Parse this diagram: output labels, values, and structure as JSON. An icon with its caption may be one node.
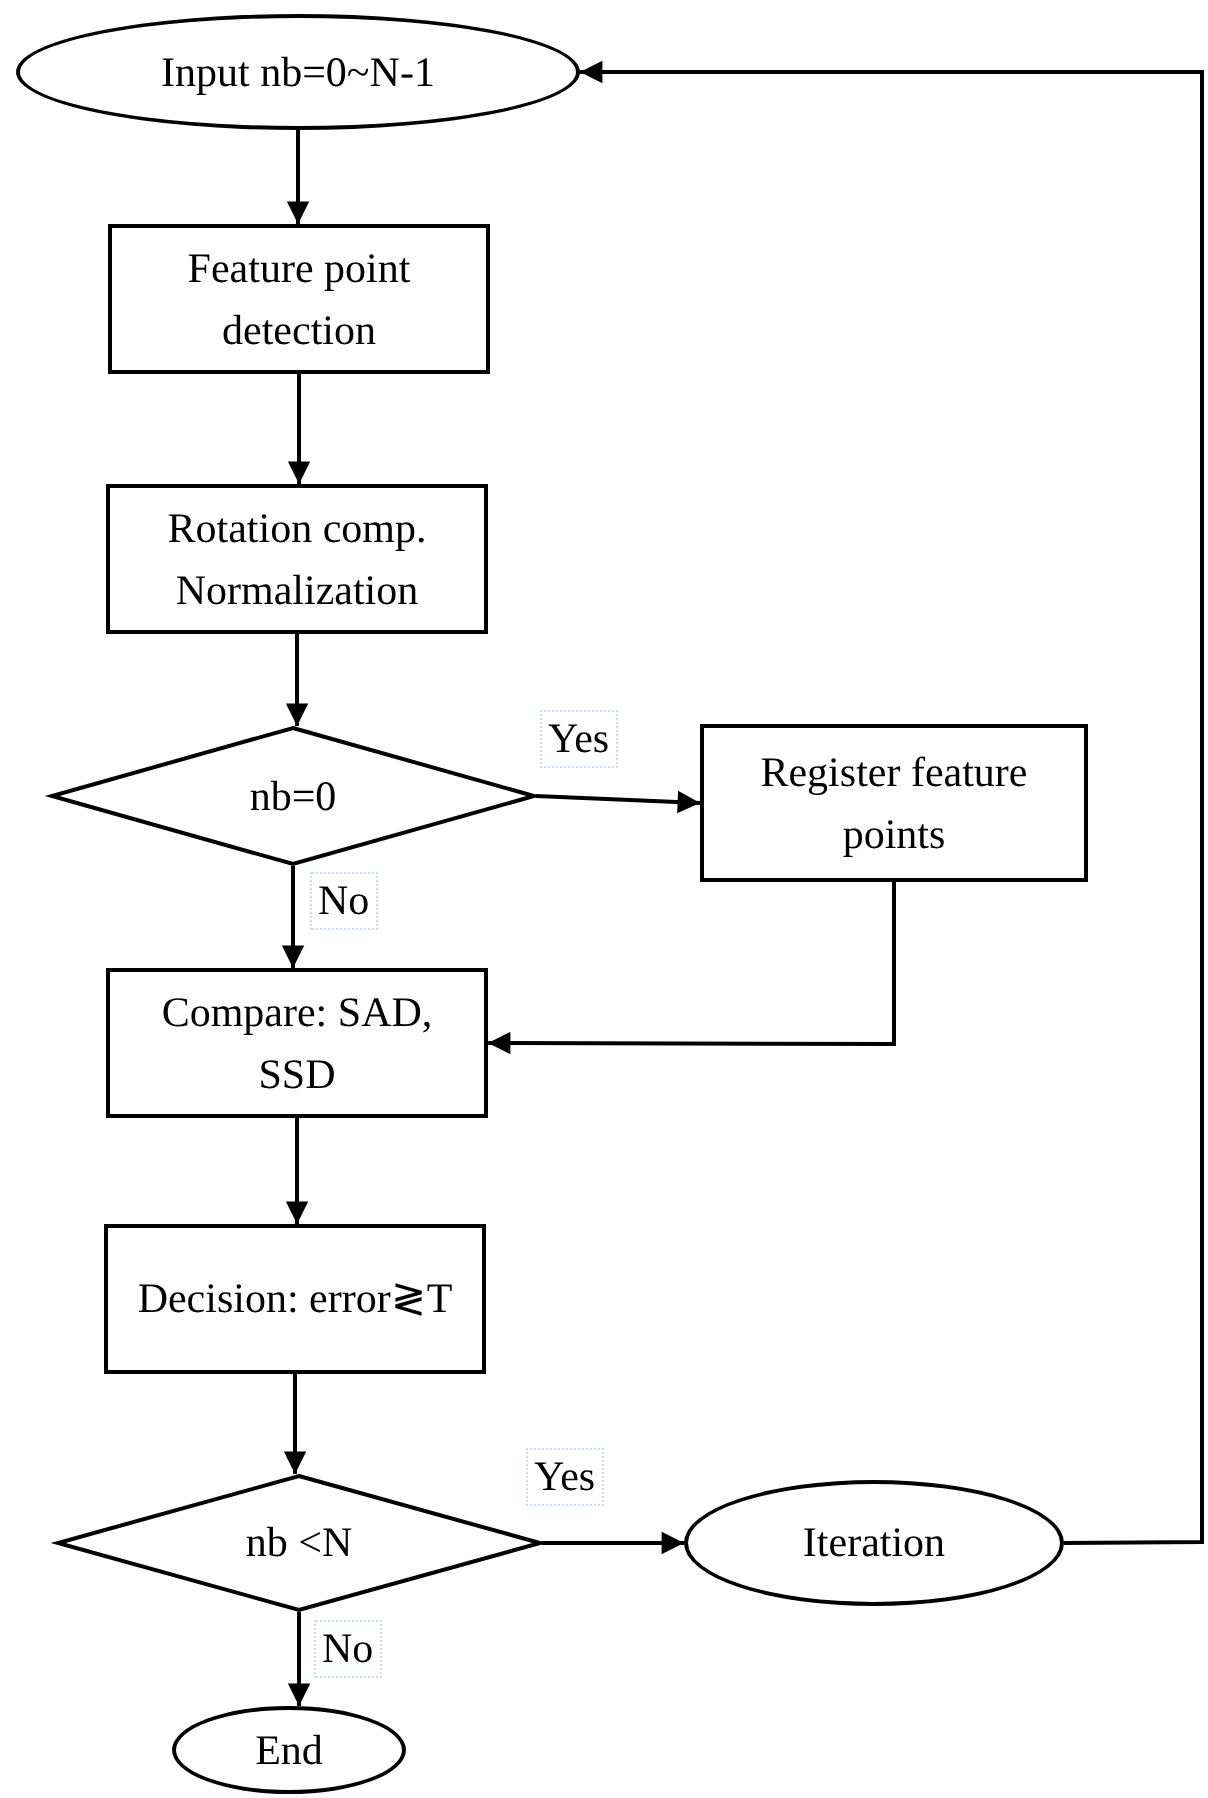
{
  "diagram": {
    "nodes": [
      {
        "text": [
          "Input nb=0~N-1"
        ]
      },
      {
        "text": [
          "Feature point detection"
        ]
      },
      {
        "text": [
          "Rotation comp. Normalization"
        ]
      },
      {
        "text": [
          "nb=0"
        ]
      },
      {
        "text": [
          "Register feature points"
        ]
      },
      {
        "text": [
          "Compare: SAD, SSD"
        ]
      },
      {
        "text": [
          "Decision: error≷T"
        ]
      },
      {
        "text": [
          "nb <N"
        ]
      },
      {
        "text": [
          "Iteration"
        ]
      },
      {
        "text": [
          "End"
        ]
      }
    ],
    "edges": [
      {
        "from": 0,
        "to": 1,
        "arrow": "to"
      },
      {
        "from": 1,
        "to": 2,
        "arrow": "to"
      },
      {
        "from": 2,
        "to": 3,
        "arrow": "to"
      },
      {
        "from": 3,
        "to": 4,
        "arrow": "to",
        "label": "Yes"
      },
      {
        "from": 3,
        "to": 5,
        "arrow": "to",
        "label": "No"
      },
      {
        "from": 4,
        "to": 5,
        "arrow": "to"
      },
      {
        "from": 5,
        "to": 6,
        "arrow": "to"
      },
      {
        "from": 6,
        "to": 7,
        "arrow": "to"
      },
      {
        "from": 7,
        "to": 8,
        "arrow": "to",
        "label": "Yes"
      },
      {
        "from": 7,
        "to": 9,
        "arrow": "to",
        "label": "No"
      },
      {
        "from": 8,
        "to": 0,
        "arrow": "to"
      }
    ]
  }
}
